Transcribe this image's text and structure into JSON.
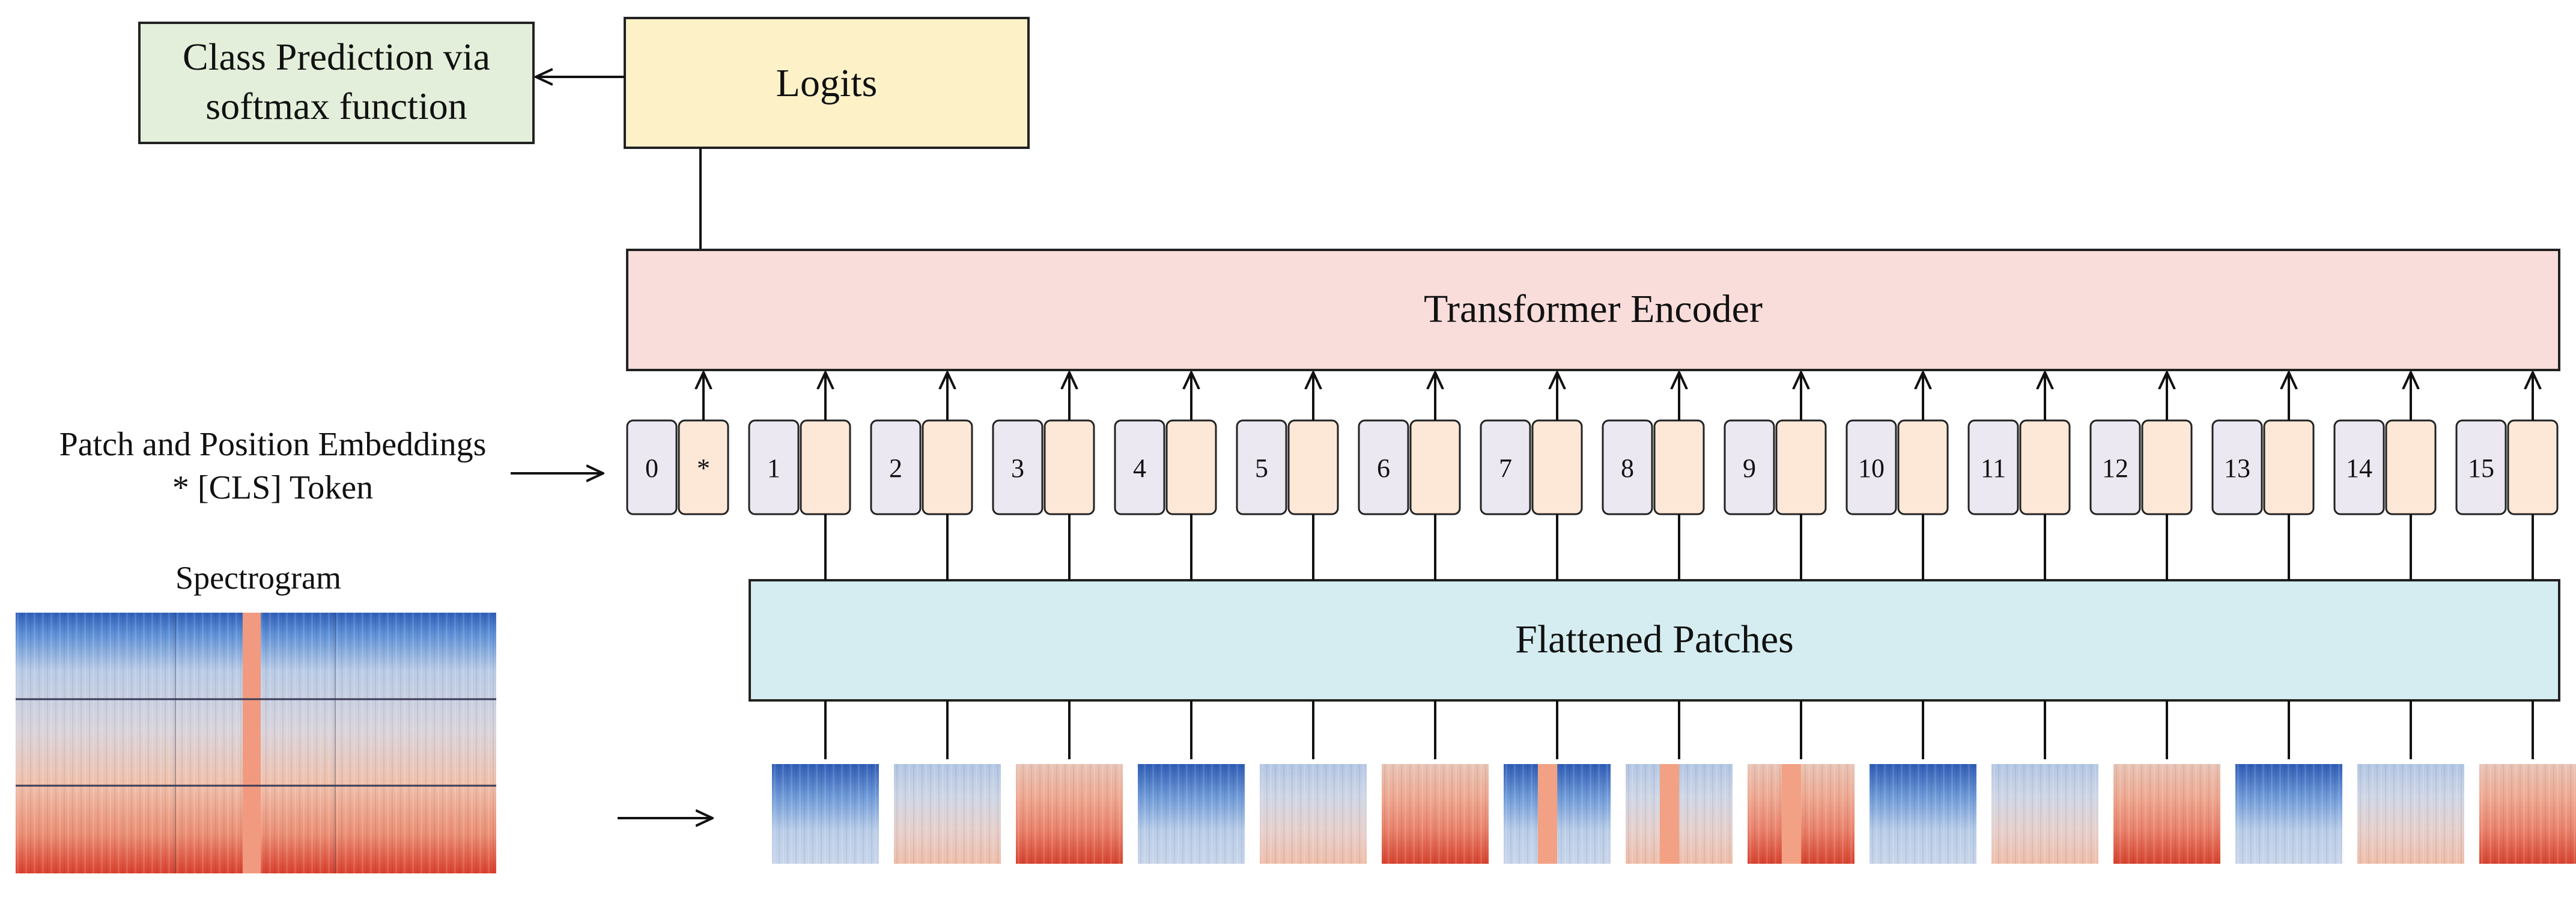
{
  "boxes": {
    "class_prediction": [
      "Class Prediction via",
      "softmax function"
    ],
    "logits": "Logits",
    "transformer_encoder": "Transformer Encoder",
    "flattened_patches": "Flattened Patches"
  },
  "embeddings_caption": [
    "Patch and Position Embeddings",
    "* [CLS] Token"
  ],
  "spectrogram_label": "Spectrogram",
  "cls_token": {
    "position": "0",
    "marker": "*"
  },
  "patch_positions": [
    "1",
    "2",
    "3",
    "4",
    "5",
    "6",
    "7",
    "8",
    "9",
    "10",
    "11",
    "12",
    "13",
    "14",
    "15"
  ],
  "patch_tones": [
    "blue",
    "light",
    "red",
    "blue",
    "light",
    "red",
    "blue-band",
    "light-band",
    "red-band",
    "blue",
    "light",
    "red",
    "blue",
    "light",
    "red"
  ],
  "colors": {
    "class_prediction_fill": "#e3efda",
    "logits_fill": "#fdf1c8",
    "encoder_fill": "#f9dddb",
    "flattened_fill": "#d5edf0",
    "position_fill": "#ebe8f1",
    "embedding_fill": "#fde8d8",
    "spectrogram_blue": "#3f74c8",
    "spectrogram_light": "#c9d5e8",
    "spectrogram_red": "#e2533c",
    "spectrogram_band": "#f2a184"
  }
}
